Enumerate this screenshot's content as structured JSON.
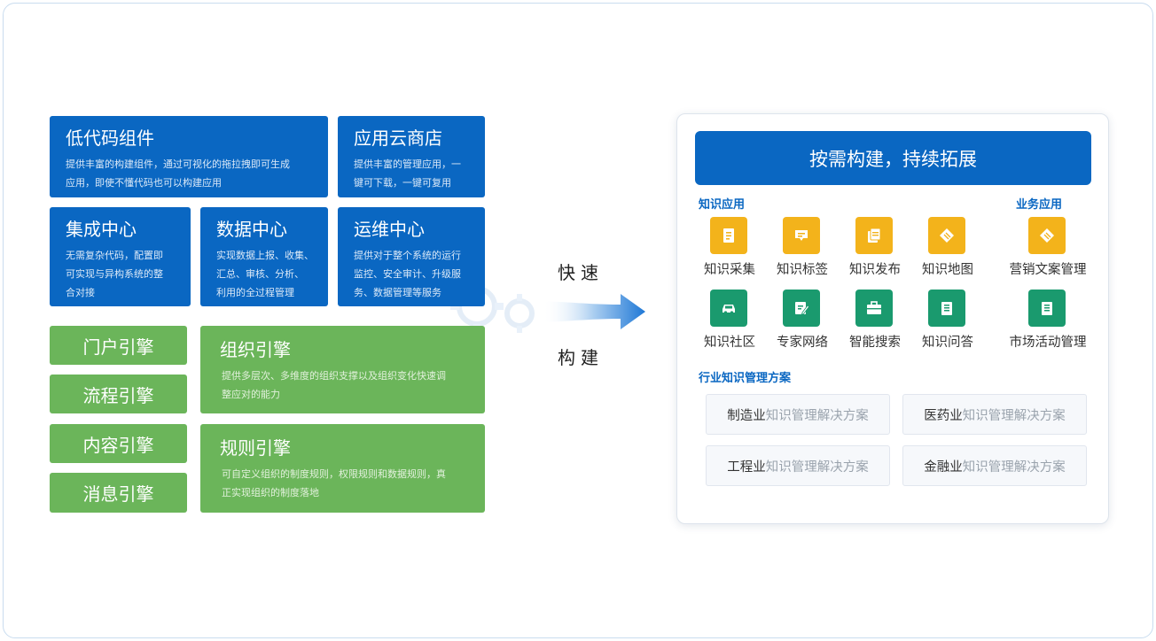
{
  "left": {
    "lowcode": {
      "title": "低代码组件",
      "desc": [
        "提供丰富的构建组件，通过可视化的拖拉拽即可生成",
        "应用，即使不懂代码也可以构建应用"
      ]
    },
    "appstore": {
      "title": "应用云商店",
      "desc": [
        "提供丰富的管理应用，一",
        "键可下载，一键可复用"
      ]
    },
    "integration": {
      "title": "集成中心",
      "desc": [
        "无需复杂代码，配置即",
        "可实现与异构系统的整",
        "合对接"
      ]
    },
    "datacenter": {
      "title": "数据中心",
      "desc": [
        "实现数据上报、收集、",
        "汇总、审核、分析、",
        "利用的全过程管理"
      ]
    },
    "opscenter": {
      "title": "运维中心",
      "desc": [
        "提供对于整个系统的运行",
        "监控、安全审计、升级服",
        "务、数据管理等服务"
      ]
    },
    "engines": [
      "门户引擎",
      "流程引擎",
      "内容引擎",
      "消息引擎"
    ],
    "org_engine": {
      "title": "组织引擎",
      "desc": [
        "提供多层次、多维度的组织支撑以及组织变化快速调",
        "整应对的能力"
      ]
    },
    "rule_engine": {
      "title": "规则引擎",
      "desc": [
        "可自定义组织的制度规则，权限规则和数据规则，真",
        "正实现组织的制度落地"
      ]
    }
  },
  "arrow": {
    "top_label": "快速",
    "bottom_label": "构建"
  },
  "right": {
    "banner": "按需构建，持续拓展",
    "knowledge_label": "知识应用",
    "business_label": "业务应用",
    "knowledge_apps": [
      {
        "label": "知识采集",
        "icon": "document-icon",
        "color": "#f3b31b"
      },
      {
        "label": "知识标签",
        "icon": "tag-icon",
        "color": "#f3b31b"
      },
      {
        "label": "知识发布",
        "icon": "publish-icon",
        "color": "#f3b31b"
      },
      {
        "label": "知识地图",
        "icon": "map-icon",
        "color": "#f3b31b"
      },
      {
        "label": "知识社区",
        "icon": "car-icon",
        "color": "#1a9a6e"
      },
      {
        "label": "专家网络",
        "icon": "edit-icon",
        "color": "#1a9a6e"
      },
      {
        "label": "智能搜索",
        "icon": "briefcase-icon",
        "color": "#1a9a6e"
      },
      {
        "label": "知识问答",
        "icon": "book-icon",
        "color": "#1a9a6e"
      }
    ],
    "business_apps": [
      {
        "label": "营销文案管理",
        "icon": "tag-icon",
        "color": "#f3b31b"
      },
      {
        "label": "市场活动管理",
        "icon": "book-icon",
        "color": "#1a9a6e"
      }
    ],
    "solutions_label": "行业知识管理方案",
    "solutions": [
      {
        "industry": "制造业",
        "suffix": "知识管理解决方案"
      },
      {
        "industry": "医药业",
        "suffix": "知识管理解决方案"
      },
      {
        "industry": "工程业",
        "suffix": "知识管理解决方案"
      },
      {
        "industry": "金融业",
        "suffix": "知识管理解决方案"
      }
    ]
  }
}
